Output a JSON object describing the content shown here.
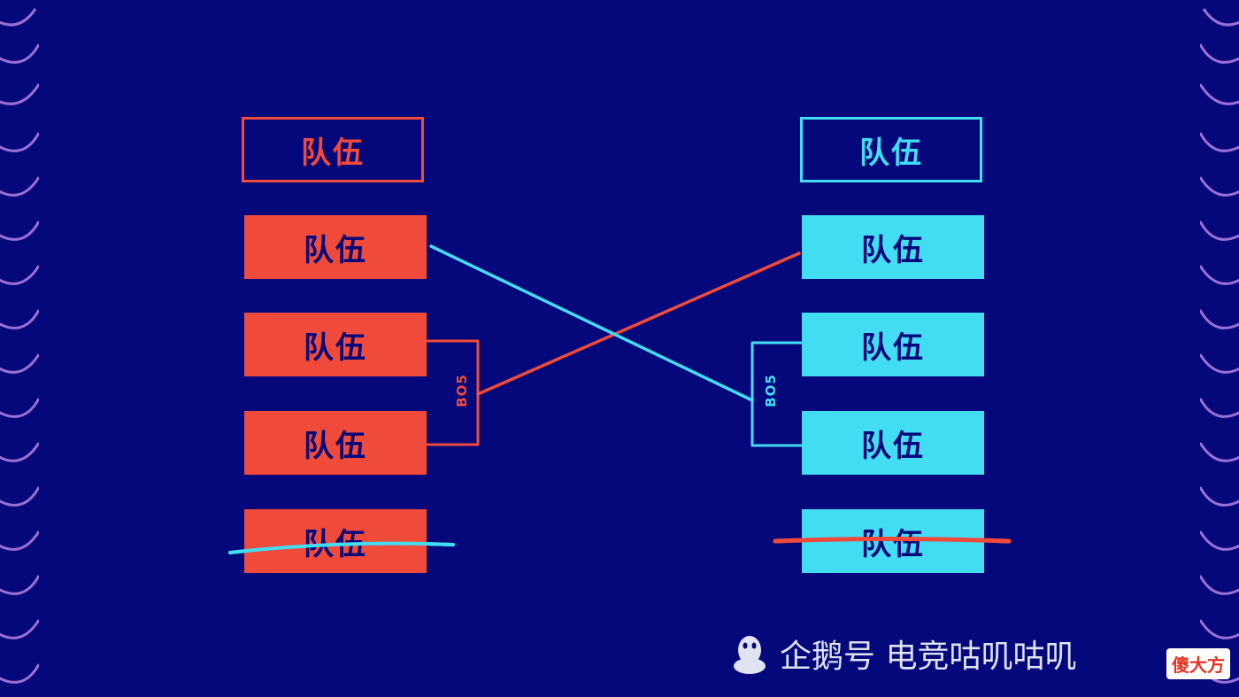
{
  "left_column": {
    "header": "队伍",
    "teams": [
      "队伍",
      "队伍",
      "队伍",
      "队伍"
    ]
  },
  "right_column": {
    "header": "队伍",
    "teams": [
      "队伍",
      "队伍",
      "队伍",
      "队伍"
    ]
  },
  "left_match_label": "BO5",
  "right_match_label": "BO5",
  "watermark": {
    "icon": "penguin-icon",
    "text": "企鹅号 电竞咕叽咕叽",
    "badge": "傻大方"
  },
  "colors": {
    "background": "#05087a",
    "red": "#f04a3a",
    "cyan": "#42dcf3",
    "decoration": "#9b6fd6"
  }
}
